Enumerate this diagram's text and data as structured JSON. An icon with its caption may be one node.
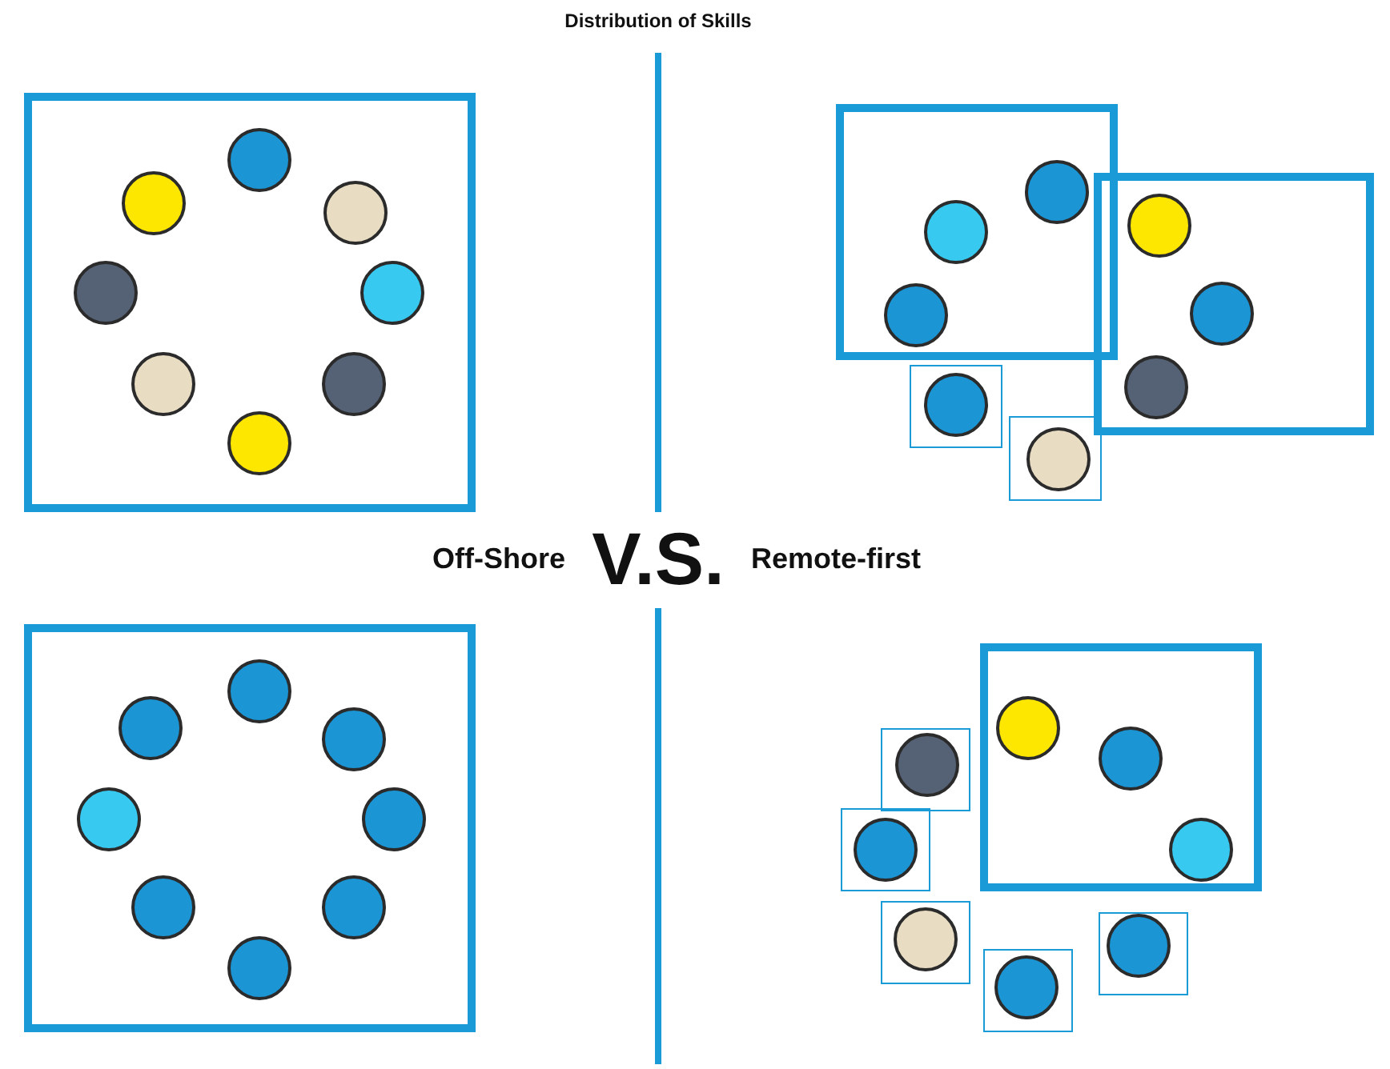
{
  "diagram": {
    "title": "Distribution of Skills",
    "nodes": [
      {
        "text": [],
        "shape": "box"
      },
      {
        "text": [],
        "shape": "circle",
        "in": 0
      },
      {
        "text": [],
        "shape": "circle",
        "in": 0
      },
      {
        "text": [],
        "shape": "circle",
        "in": 0
      },
      {
        "text": [],
        "shape": "circle",
        "in": 0
      },
      {
        "text": [],
        "shape": "circle",
        "in": 0
      },
      {
        "text": [],
        "shape": "circle",
        "in": 0
      },
      {
        "text": [],
        "shape": "circle",
        "in": 0
      },
      {
        "text": [],
        "shape": "circle",
        "in": 0
      },
      {
        "text": [],
        "shape": "box"
      },
      {
        "text": [],
        "shape": "circle",
        "in": 9
      },
      {
        "text": [],
        "shape": "circle",
        "in": 9
      },
      {
        "text": [],
        "shape": "circle",
        "in": 9
      },
      {
        "text": [],
        "shape": "box"
      },
      {
        "text": [],
        "shape": "circle",
        "in": 13
      },
      {
        "text": [],
        "shape": "circle",
        "in": 13
      },
      {
        "text": [],
        "shape": "circle",
        "in": 13
      },
      {
        "text": [],
        "shape": "box"
      },
      {
        "text": [],
        "shape": "circle",
        "in": 17
      },
      {
        "text": [],
        "shape": "box"
      },
      {
        "text": [],
        "shape": "circle",
        "in": 19
      },
      {
        "text": [],
        "shape": "box"
      },
      {
        "text": [],
        "shape": "circle",
        "in": 21
      },
      {
        "text": [],
        "shape": "circle",
        "in": 21
      },
      {
        "text": [],
        "shape": "circle",
        "in": 21
      },
      {
        "text": [],
        "shape": "circle",
        "in": 21
      },
      {
        "text": [],
        "shape": "circle",
        "in": 21
      },
      {
        "text": [],
        "shape": "circle",
        "in": 21
      },
      {
        "text": [],
        "shape": "circle",
        "in": 21
      },
      {
        "text": [],
        "shape": "circle",
        "in": 21
      },
      {
        "text": [],
        "shape": "box"
      },
      {
        "text": [],
        "shape": "circle",
        "in": 30
      },
      {
        "text": [],
        "shape": "circle",
        "in": 30
      },
      {
        "text": [],
        "shape": "circle",
        "in": 30
      },
      {
        "text": [],
        "shape": "box"
      },
      {
        "text": [],
        "shape": "circle",
        "in": 34
      },
      {
        "text": [],
        "shape": "box"
      },
      {
        "text": [],
        "shape": "circle",
        "in": 36
      },
      {
        "text": [],
        "shape": "box"
      },
      {
        "text": [],
        "shape": "circle",
        "in": 38
      },
      {
        "text": [],
        "shape": "box"
      },
      {
        "text": [],
        "shape": "circle",
        "in": 40
      },
      {
        "text": [],
        "shape": "box"
      },
      {
        "text": [],
        "shape": "circle",
        "in": 42
      }
    ],
    "labels": [
      "Off-Shore",
      "V.S.",
      "Remote-first"
    ]
  }
}
